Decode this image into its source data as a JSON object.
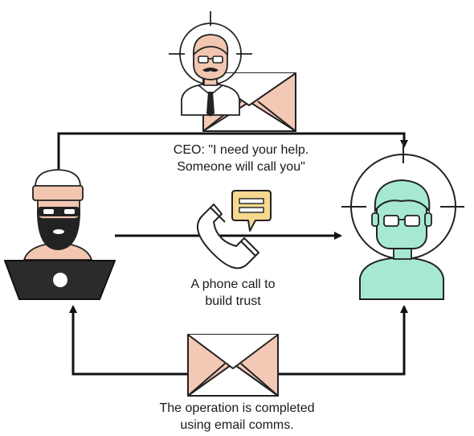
{
  "captions": {
    "ceo_line1": "CEO: \"I need your help.",
    "ceo_line2": "Someone will call you\"",
    "phone_line1": "A phone call to",
    "phone_line2": "build trust",
    "email_line1": "The operation is completed",
    "email_line2": "using email comms."
  },
  "colors": {
    "stroke": "#111111",
    "skin": "#f2c6b0",
    "envelope_fill": "#f3c9b6",
    "victim_teal": "#a6e8d4",
    "chat_yellow": "#f6d98e",
    "laptop": "#2b2b2b"
  },
  "icons": [
    "ceo-icon",
    "hacker-icon",
    "victim-icon",
    "envelope-icon",
    "phone-icon",
    "chat-bubble-icon",
    "laptop-icon"
  ]
}
